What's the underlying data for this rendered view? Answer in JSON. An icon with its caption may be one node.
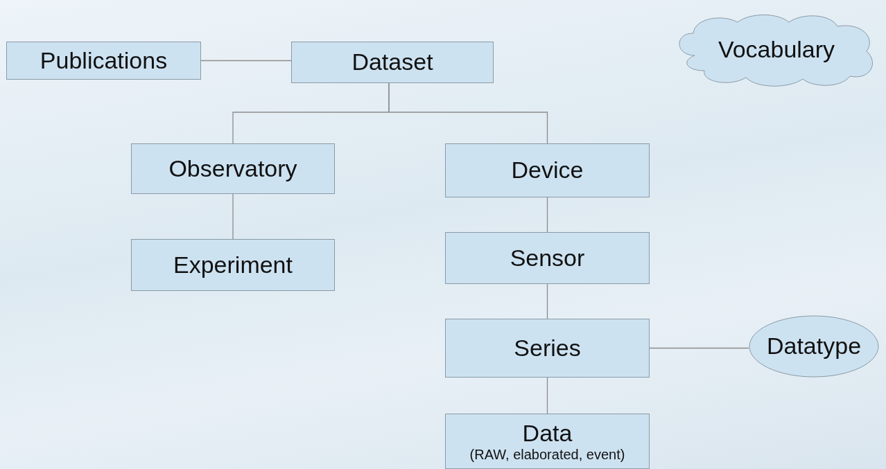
{
  "diagram": {
    "nodes": [
      {
        "text": [
          "Publications"
        ]
      },
      {
        "text": [
          "Dataset"
        ]
      },
      {
        "text": [
          "Vocabulary"
        ]
      },
      {
        "text": [
          "Observatory"
        ]
      },
      {
        "text": [
          "Device"
        ]
      },
      {
        "text": [
          "Experiment"
        ]
      },
      {
        "text": [
          "Sensor"
        ]
      },
      {
        "text": [
          "Series"
        ]
      },
      {
        "text": [
          "Datatype"
        ]
      },
      {
        "text": [
          "Data",
          "(RAW, elaborated, event)"
        ]
      }
    ],
    "edges": [
      {
        "from": 0,
        "to": 1,
        "arrow": "none"
      },
      {
        "from": 1,
        "to": 3,
        "arrow": "none"
      },
      {
        "from": 1,
        "to": 4,
        "arrow": "none"
      },
      {
        "from": 3,
        "to": 5,
        "arrow": "none"
      },
      {
        "from": 4,
        "to": 6,
        "arrow": "none"
      },
      {
        "from": 6,
        "to": 7,
        "arrow": "none"
      },
      {
        "from": 7,
        "to": 8,
        "arrow": "none"
      },
      {
        "from": 7,
        "to": 9,
        "arrow": "none"
      }
    ]
  }
}
